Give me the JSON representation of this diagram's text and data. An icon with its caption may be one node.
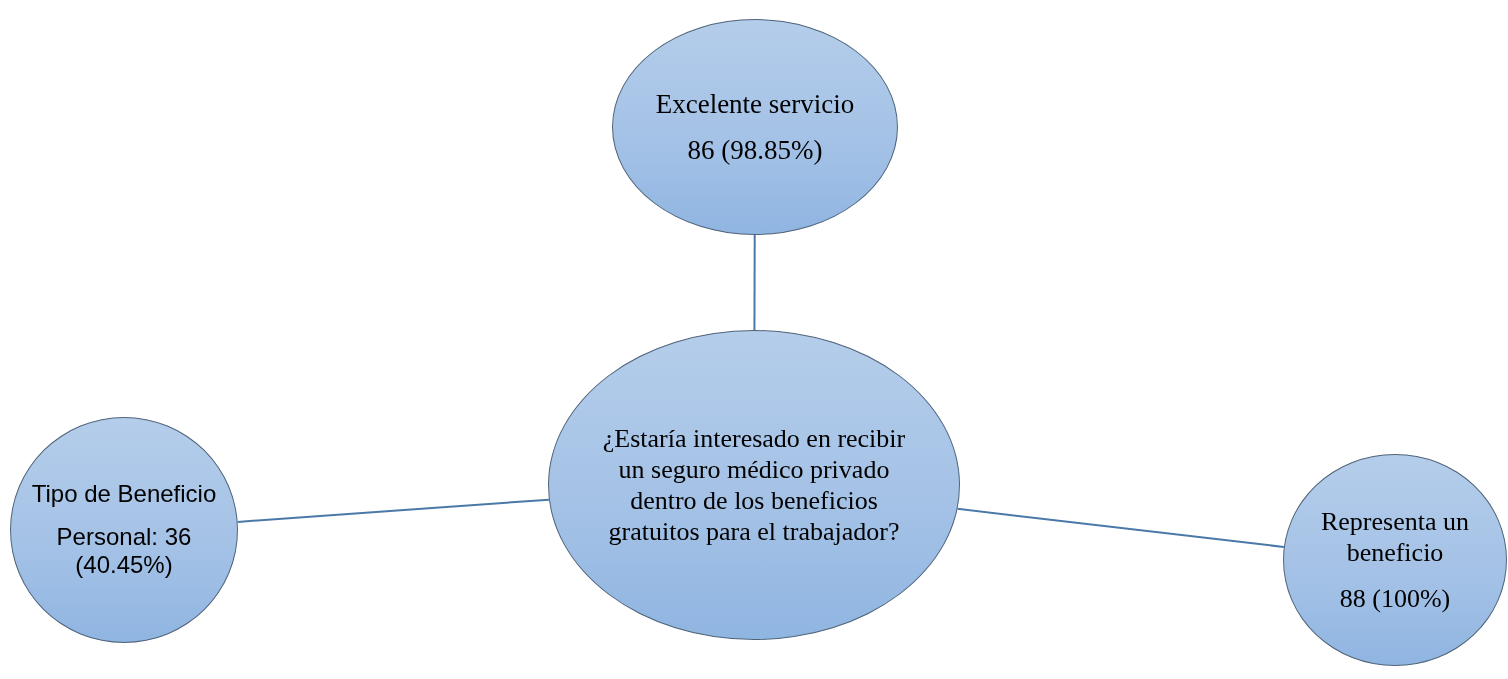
{
  "diagram": {
    "nodes": [
      {
        "text": [
          "Excelente servicio",
          "86 (98.85%)"
        ]
      },
      {
        "text": [
          "¿Estaría interesado en recibir un seguro médico privado dentro de los beneficios gratuitos para el trabajador?"
        ]
      },
      {
        "text": [
          "Tipo de Beneficio",
          "Personal: 36 (40.45%)"
        ]
      },
      {
        "text": [
          "Representa un beneficio",
          "88 (100%)"
        ]
      }
    ],
    "edges": [
      {
        "from": 1,
        "to": 0,
        "arrow": "none"
      },
      {
        "from": 1,
        "to": 2,
        "arrow": "none"
      },
      {
        "from": 1,
        "to": 3,
        "arrow": "none"
      }
    ]
  }
}
